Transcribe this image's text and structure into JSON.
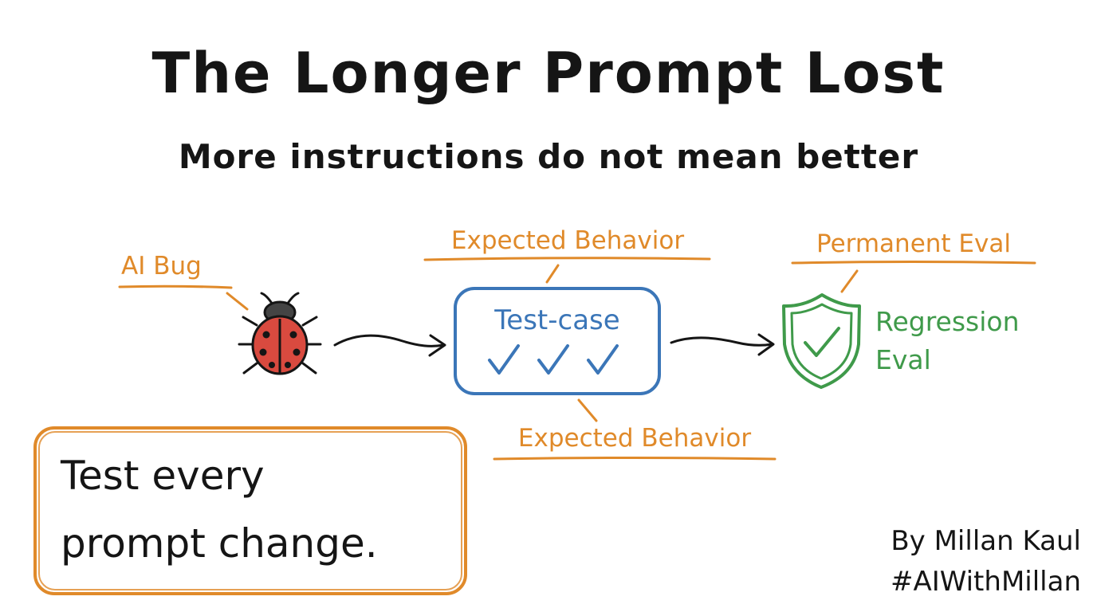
{
  "header": {
    "title": "The Longer Prompt Lost",
    "subtitle": "More instructions do not mean better"
  },
  "diagram": {
    "bug_label": "AI Bug",
    "expected_top_label": "Expected Behavior",
    "test_case_label": "Test-case",
    "check_glyphs": "✓✓✓",
    "expected_bottom_label": "Expected Behavior",
    "permanent_label": "Permanent Eval",
    "regression_line1": "Regression",
    "regression_line2": "Eval"
  },
  "callout": {
    "line1": "Test every",
    "line2": "prompt change."
  },
  "byline": {
    "author": "By Millan Kaul",
    "hashtag": "#AIWithMillan"
  },
  "icons": {
    "bug": "ladybug-icon",
    "shield": "shield-check-icon"
  },
  "colors": {
    "orange": "#e08a2a",
    "blue": "#3b76b8",
    "green": "#3f9a4a",
    "bug_red": "#d94a3f",
    "ink": "#151515"
  }
}
